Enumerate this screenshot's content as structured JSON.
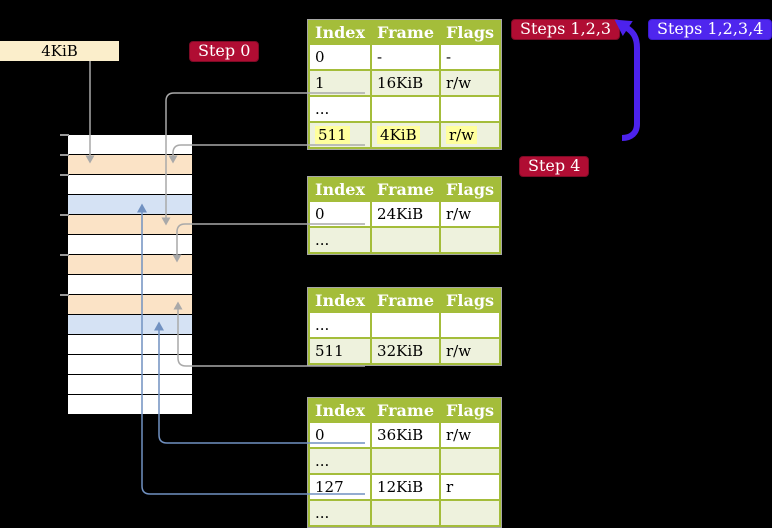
{
  "labels": {
    "frame_box": "4KiB",
    "step0": "Step 0",
    "steps123": "Steps 1,2,3",
    "steps1234": "Steps 1,2,3,4",
    "step4": "Step 4"
  },
  "colors": {
    "background": "#000000",
    "table_green": "#a4bd3a",
    "row_tint": "#eef2dd",
    "row_white": "#ffffff",
    "highlight_yellow": "#ffff9e",
    "memory_peach": "#fbe3c6",
    "memory_blue": "#d5e2f4",
    "memory_white": "#ffffff",
    "badge_red": "#b00d33",
    "badge_red_border": "#7d0a25",
    "badge_blue": "#4f26ee",
    "badge_blue_border": "#3b1bd0",
    "arrow_gray": "#a9a9a9",
    "arrow_steelblue": "#7191c1",
    "arrow_violet": "#4c22ec",
    "frame_box_bg": "#fbeecb",
    "tick_gray": "#9a9a9a"
  },
  "memory": {
    "rows": [
      "white",
      "peach",
      "white",
      "blue",
      "peach",
      "white",
      "peach",
      "white",
      "peach",
      "blue",
      "white",
      "white",
      "white",
      "white"
    ],
    "tick_rows": [
      0,
      1,
      2,
      4,
      6,
      8
    ]
  },
  "tables": [
    {
      "name": "level-4-page-table",
      "headers": [
        "Index",
        "Frame",
        "Flags"
      ],
      "rows": [
        {
          "cells": [
            "0",
            "-",
            "-"
          ],
          "tint": false,
          "highlight": false
        },
        {
          "cells": [
            "1",
            "16KiB",
            "r/w"
          ],
          "tint": true,
          "highlight": false
        },
        {
          "cells": [
            "...",
            "",
            ""
          ],
          "tint": false,
          "highlight": false
        },
        {
          "cells": [
            "511",
            "4KiB",
            "r/w"
          ],
          "tint": true,
          "highlight": true
        }
      ]
    },
    {
      "name": "level-3-page-table",
      "headers": [
        "Index",
        "Frame",
        "Flags"
      ],
      "rows": [
        {
          "cells": [
            "0",
            "24KiB",
            "r/w"
          ],
          "tint": false,
          "highlight": false
        },
        {
          "cells": [
            "...",
            "",
            ""
          ],
          "tint": true,
          "highlight": false
        }
      ]
    },
    {
      "name": "level-2-page-table",
      "headers": [
        "Index",
        "Frame",
        "Flags"
      ],
      "rows": [
        {
          "cells": [
            "...",
            "",
            ""
          ],
          "tint": false,
          "highlight": false
        },
        {
          "cells": [
            "511",
            "32KiB",
            "r/w"
          ],
          "tint": true,
          "highlight": false
        }
      ]
    },
    {
      "name": "level-1-page-table",
      "headers": [
        "Index",
        "Frame",
        "Flags"
      ],
      "rows": [
        {
          "cells": [
            "0",
            "36KiB",
            "r/w"
          ],
          "tint": false,
          "highlight": false
        },
        {
          "cells": [
            "...",
            "",
            ""
          ],
          "tint": true,
          "highlight": false
        },
        {
          "cells": [
            "127",
            "12KiB",
            "r"
          ],
          "tint": false,
          "highlight": false
        },
        {
          "cells": [
            "...",
            "",
            ""
          ],
          "tint": true,
          "highlight": false
        }
      ]
    }
  ]
}
